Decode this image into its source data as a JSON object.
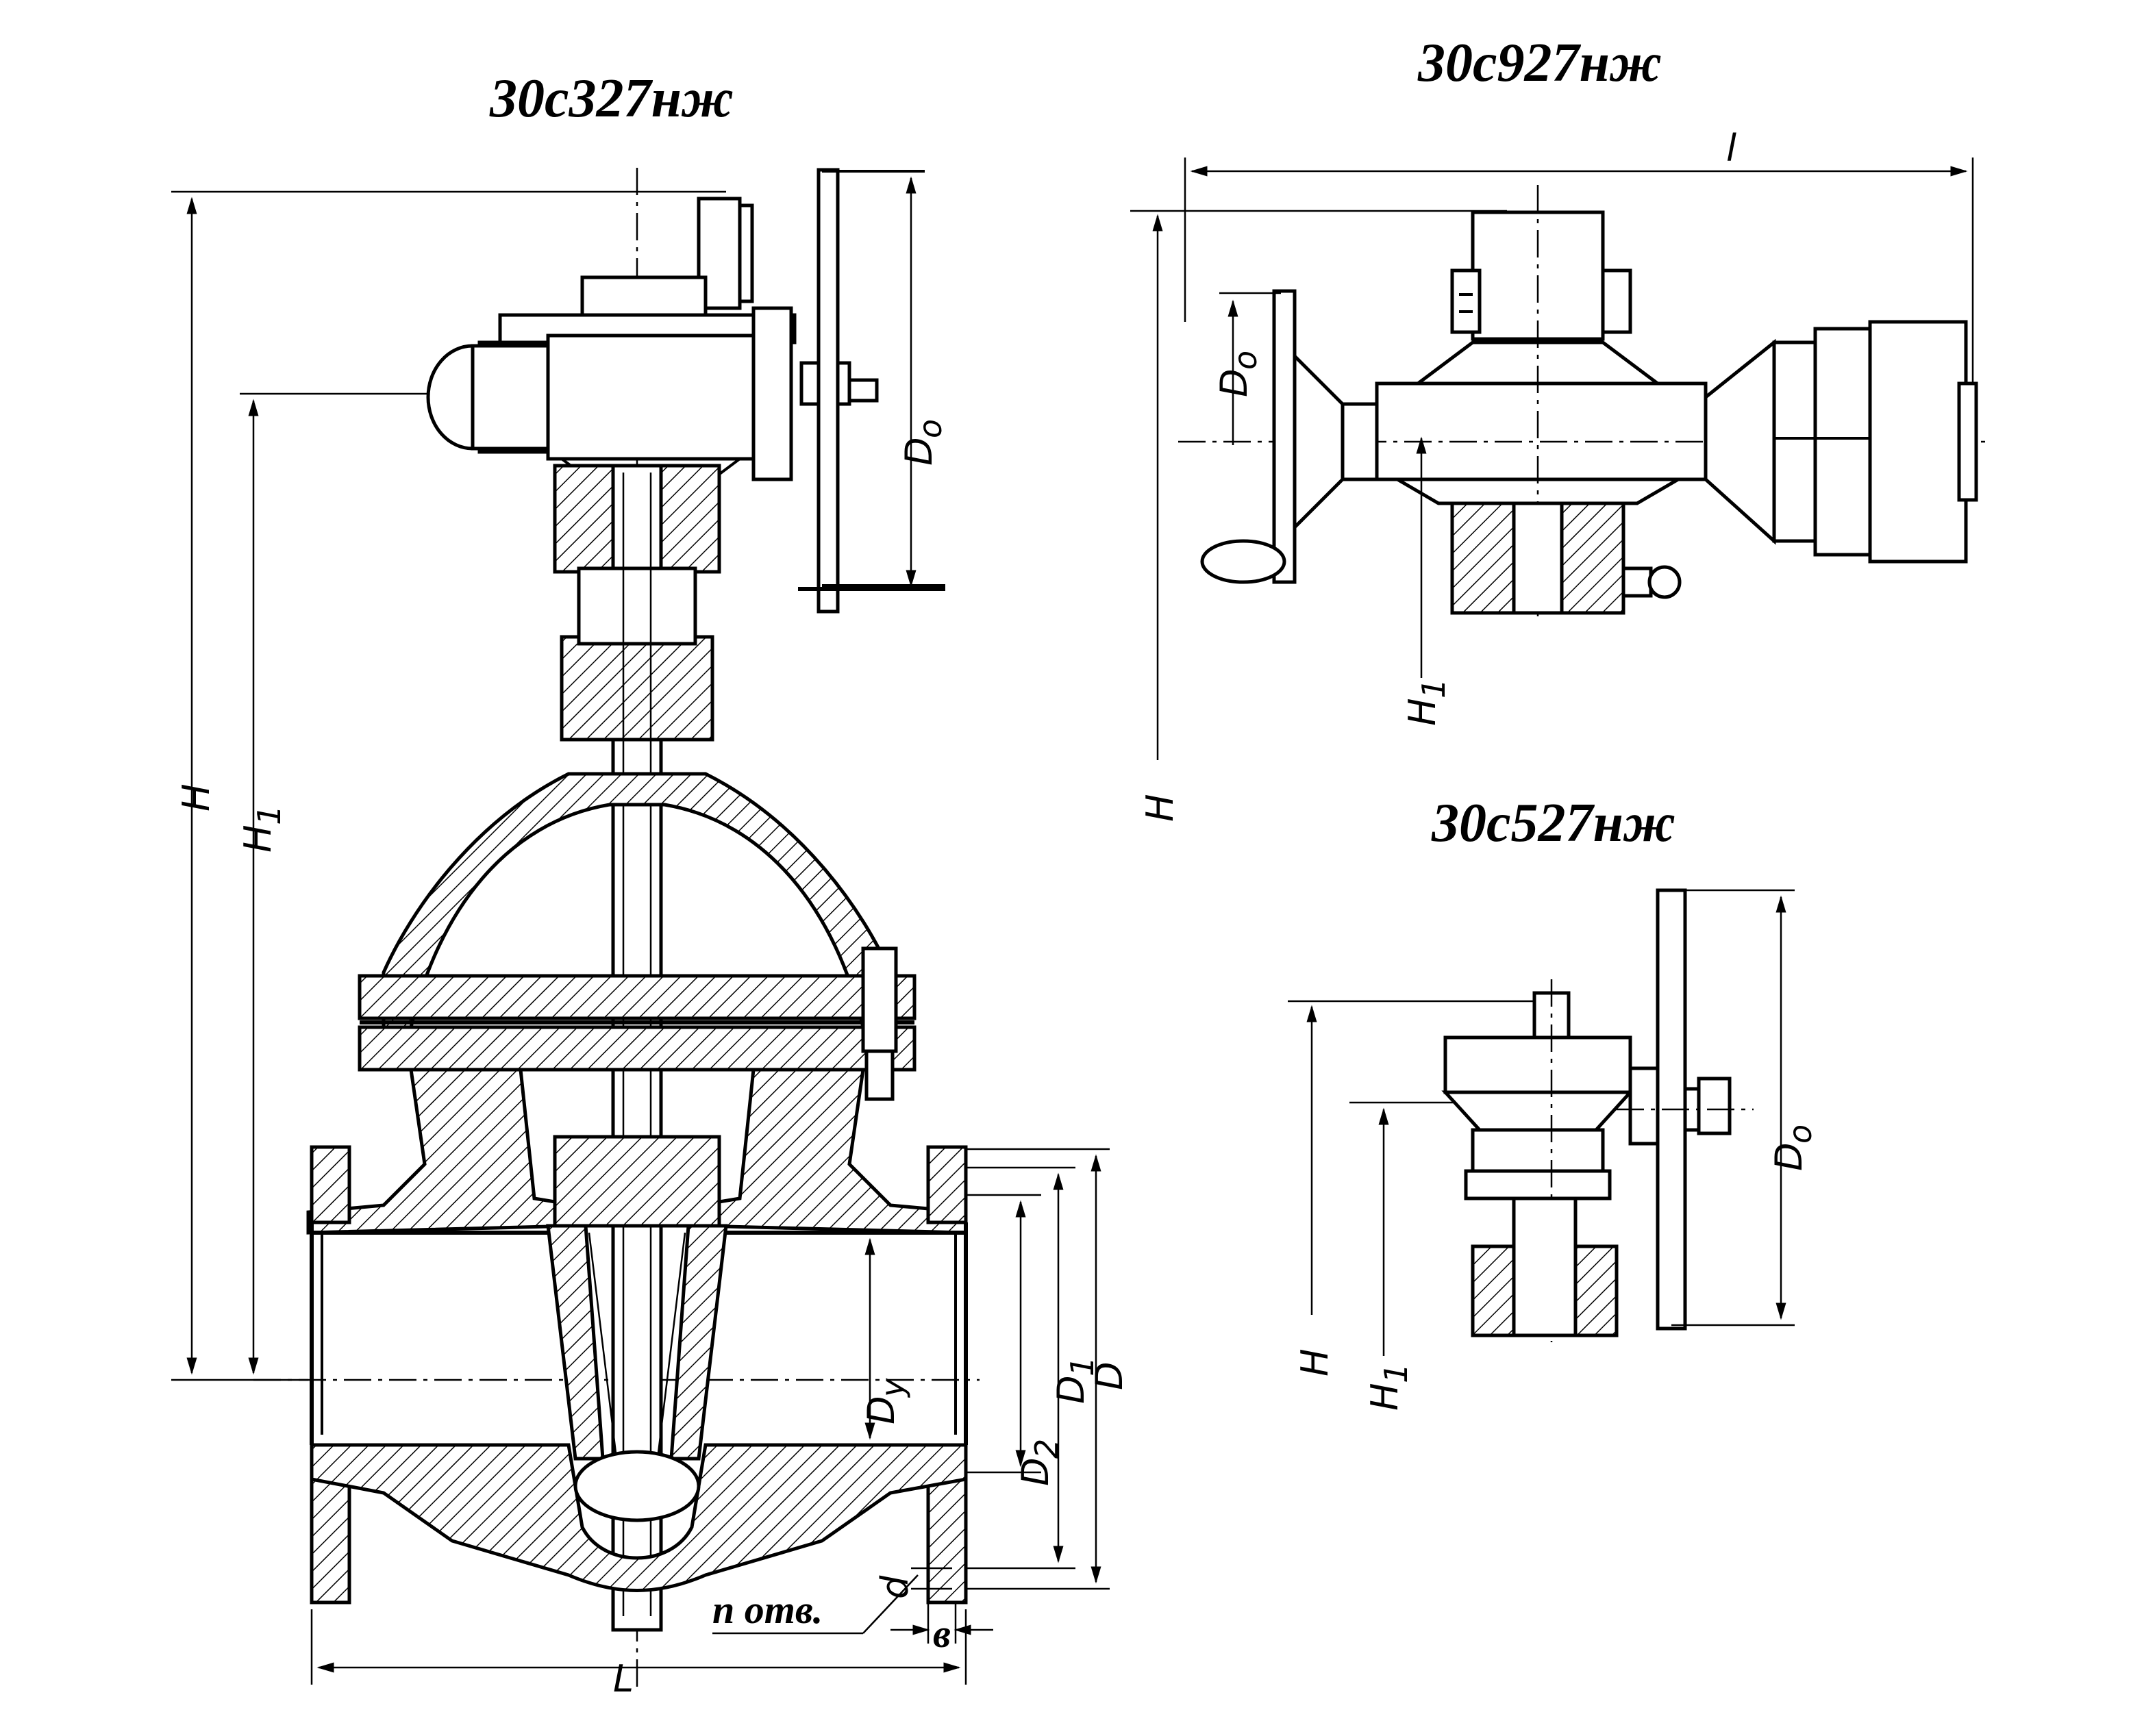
{
  "titles": {
    "main": "30с327нж",
    "top_right": "30с927нж",
    "bottom_right": "30с527нж"
  },
  "dimensions": {
    "H": "H",
    "H1": "H",
    "H1_sub": "1",
    "Do": "D",
    "Do_sub": "o",
    "Dy": "D",
    "Dy_sub": "y",
    "D": "D",
    "D1": "D",
    "D1_sub": "1",
    "D2": "D",
    "D2_sub": "2",
    "L": "L",
    "l": "l",
    "d": "d",
    "b": "в"
  },
  "note": {
    "holes": "n отв."
  },
  "colors": {
    "ink": "#000000",
    "paper": "#ffffff"
  }
}
